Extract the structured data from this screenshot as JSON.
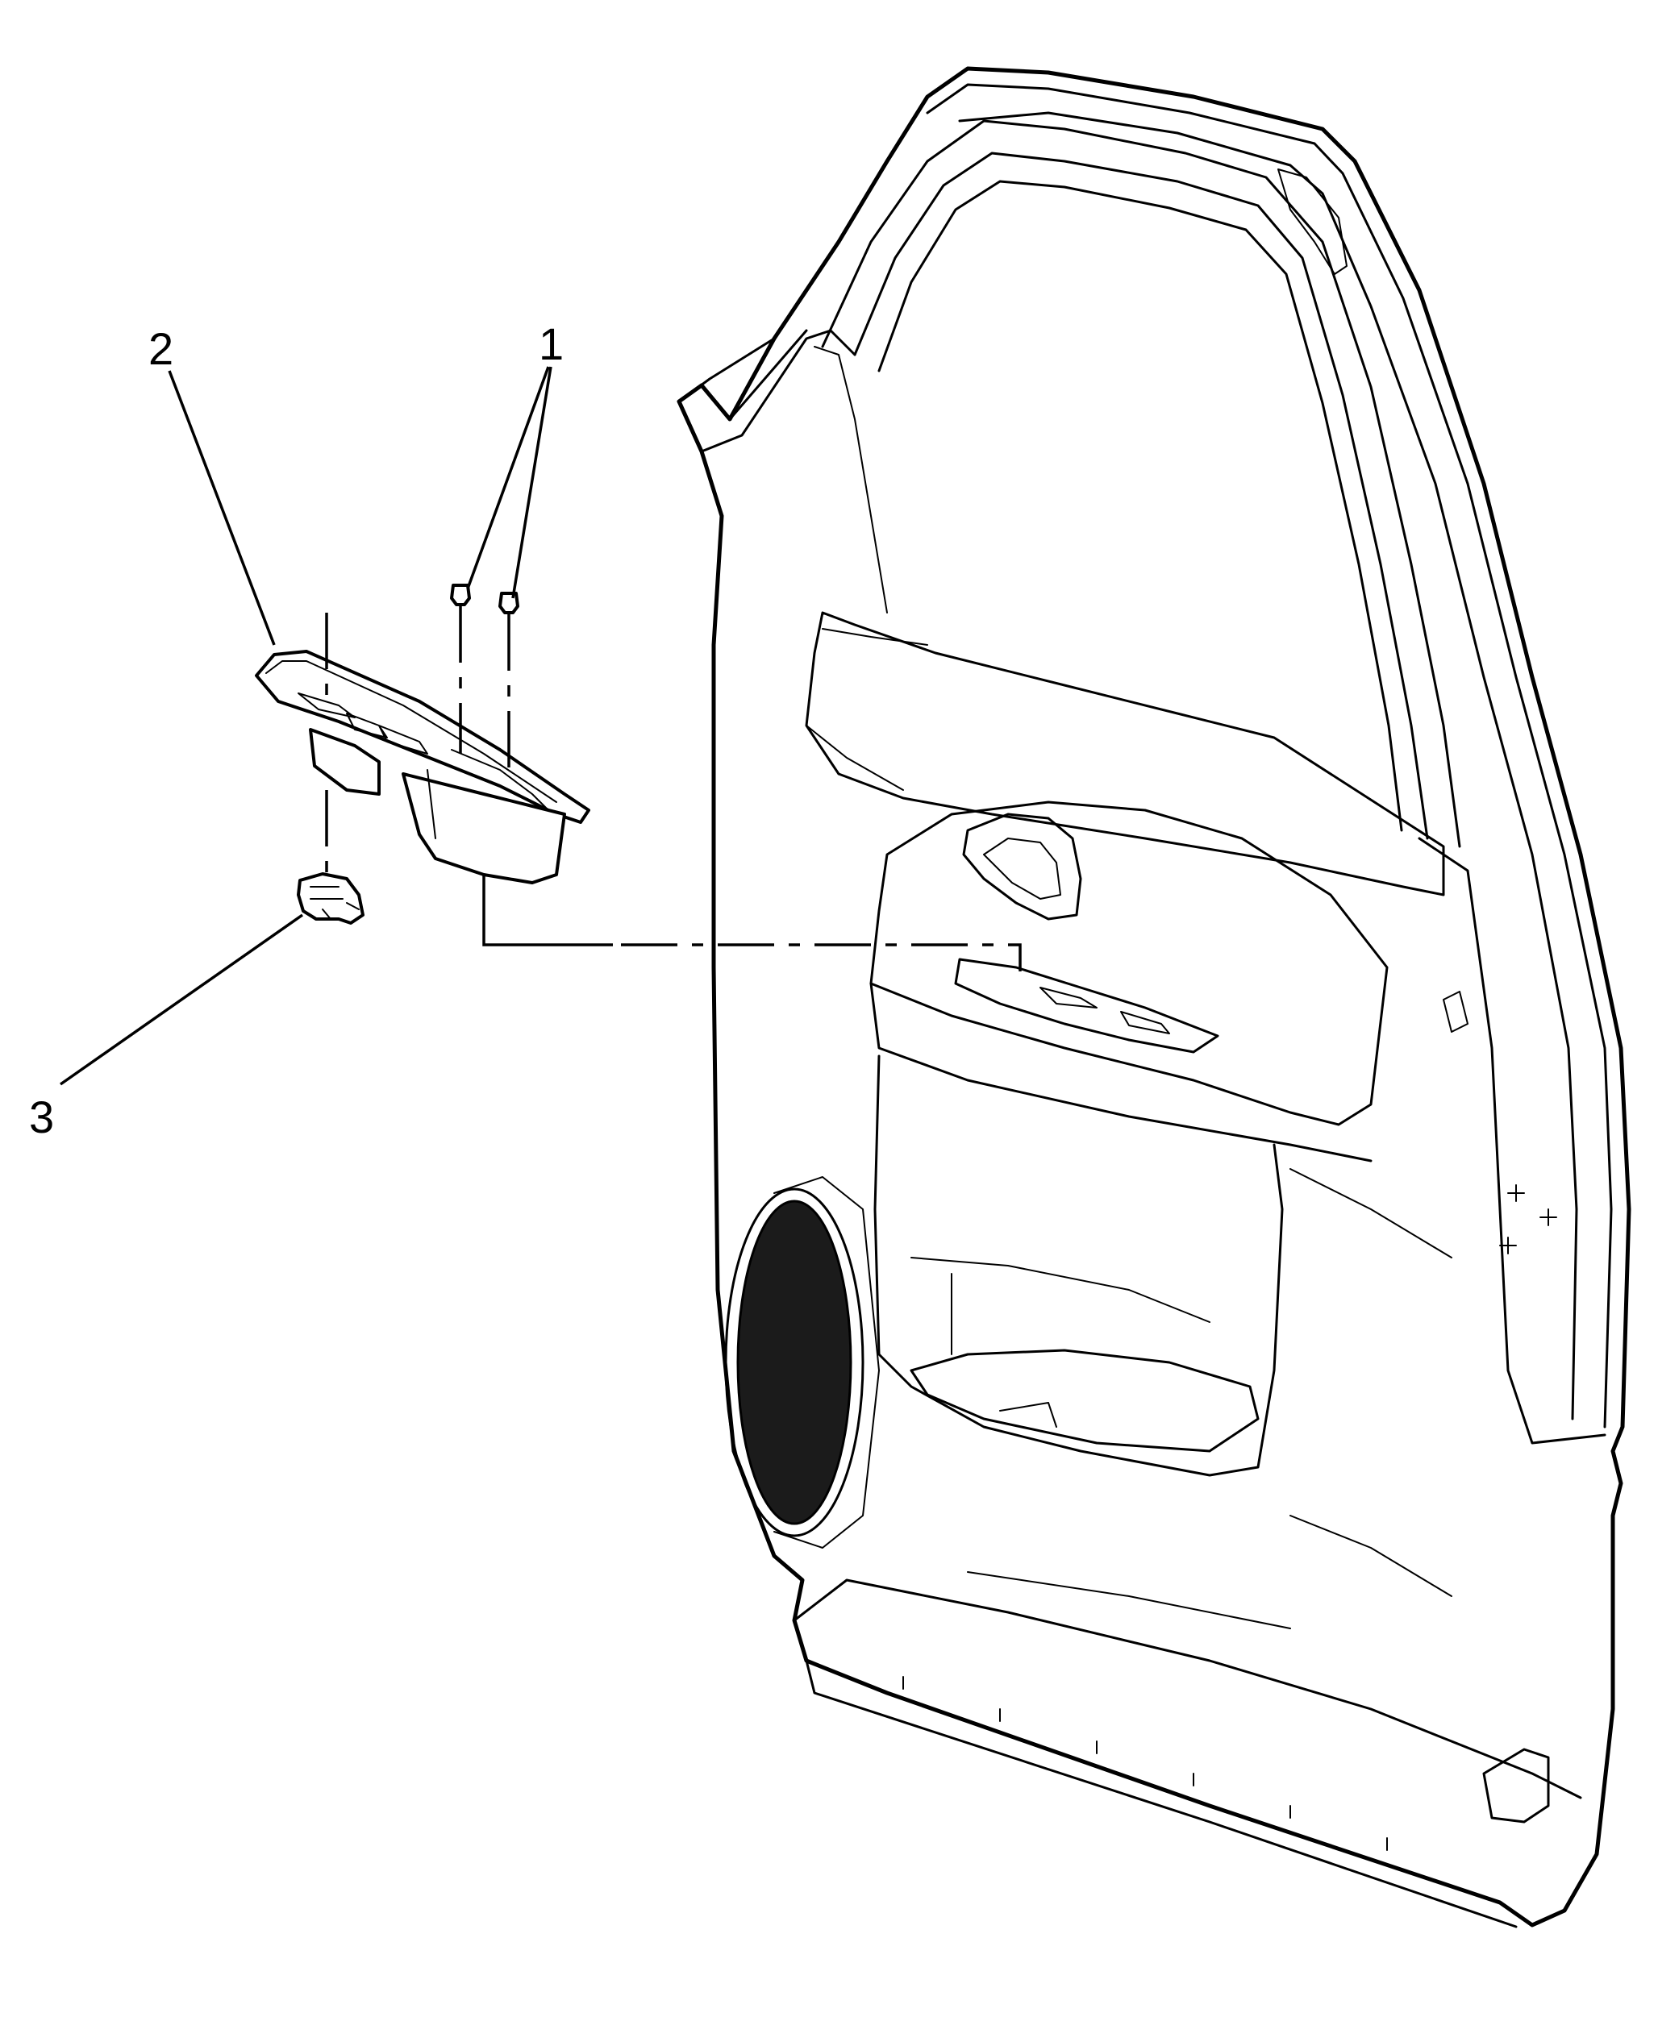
{
  "diagram": {
    "callouts": [
      {
        "id": "fastener",
        "label": "1"
      },
      {
        "id": "switch-bezel",
        "label": "2"
      },
      {
        "id": "window-switch",
        "label": "3"
      }
    ],
    "colors": {
      "line": "#000000",
      "background": "#ffffff",
      "speaker": "#1b1b1b"
    }
  }
}
